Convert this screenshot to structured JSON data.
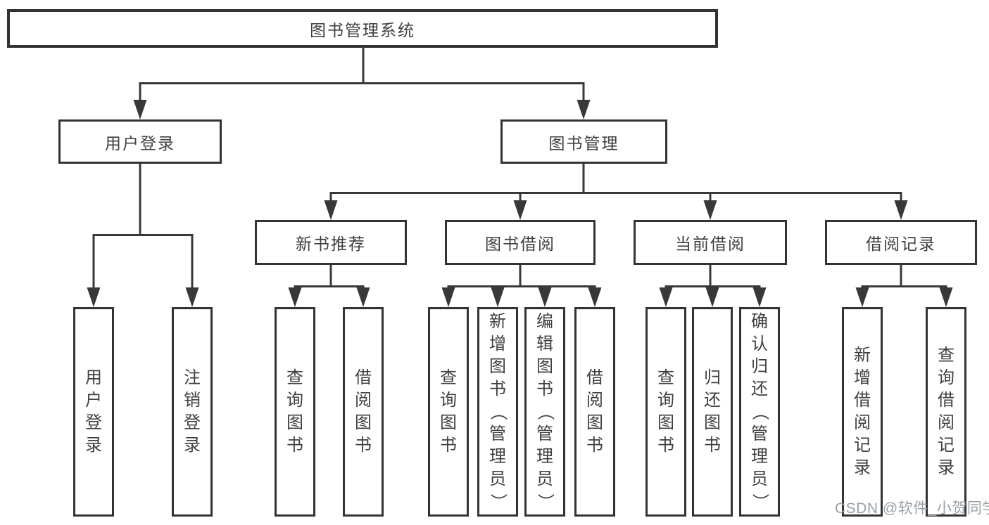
{
  "diagram": {
    "title": "图书管理系统",
    "root": "图书管理系统",
    "level2": [
      "用户登录",
      "图书管理"
    ],
    "level3": [
      "新书推荐",
      "图书借阅",
      "当前借阅",
      "借阅记录"
    ],
    "leaves": {
      "user_login": [
        "用户登录",
        "注销登录"
      ],
      "new_book": [
        "查询图书",
        "借阅图书"
      ],
      "book_borrow": [
        "查询图书",
        "新增图书（管理员）",
        "编辑图书（管理员）",
        "借阅图书"
      ],
      "current_borrow": [
        "查询图书",
        "归还图书",
        "确认归还（管理员）"
      ],
      "borrow_record": [
        "新增借阅记录",
        "查询借阅记录"
      ]
    }
  },
  "watermark": "CSDN @软件_小贺同学",
  "colors": {
    "line": "#383838",
    "box_border": "#333333",
    "text": "#3f3f3f",
    "watermark": "#9aa0a6",
    "background": "#ffffff"
  }
}
